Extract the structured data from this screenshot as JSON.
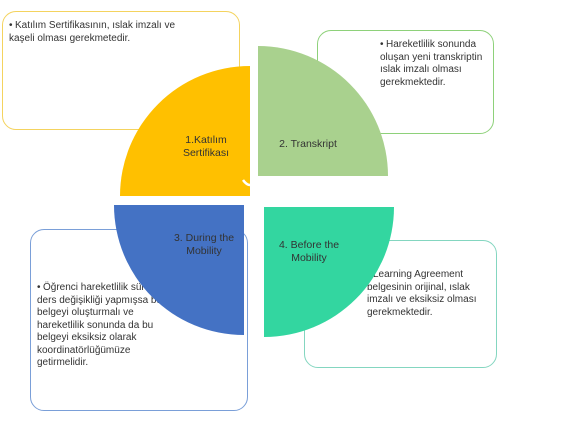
{
  "segments": [
    {
      "label": "1.Katılım\nSertifikası",
      "color": "#ffc000"
    },
    {
      "label": "2. Transkript",
      "color": "#a9d18e"
    },
    {
      "label": "3. During the\nMobility",
      "color": "#4472c4"
    },
    {
      "label": "4. Before the\nMobility",
      "color": "#33d6a0"
    }
  ],
  "callouts": {
    "katilim": "Katılım Sertifikasının, ıslak imzalı ve kaşeli olması gerekmetedir.",
    "transkript": "Hareketlilik sonunda oluşan yeni transkriptin ıslak imzalı olması gerekmektedir.",
    "during": "Öğrenci hareketlilik süresince ders değişikliği yapmışsa bu belgeyi oluşturmalı ve hareketlilik sonunda da bu belgeyi eksiksiz olarak koordinatörlüğümüze getirmelidir.",
    "before": "Learning Agreement belgesinin orijinal, ıslak imzalı ve eksiksiz olması gerekmektedir."
  },
  "bullet": "•"
}
